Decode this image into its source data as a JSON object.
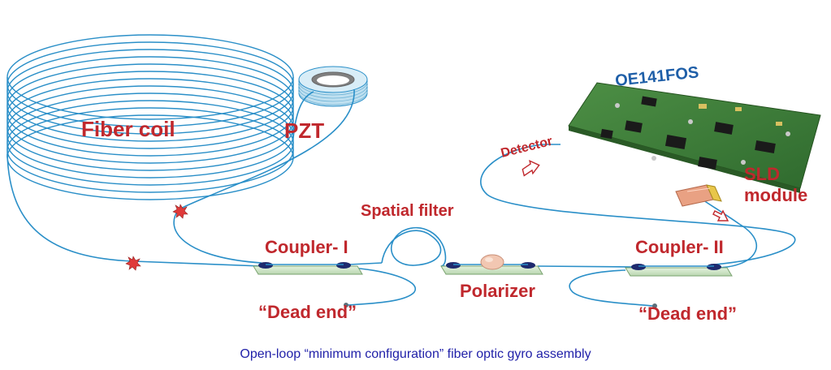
{
  "labels": {
    "fiber_coil": "Fiber coil",
    "pzt": "PZT",
    "board": "OE141FOS",
    "detector": "Detector",
    "sld_line1": "SLD",
    "sld_line2": "module",
    "spatial_filter": "Spatial filter",
    "coupler_1": "Coupler- I",
    "coupler_2": "Coupler- II",
    "polarizer": "Polarizer",
    "dead_end_1": "“Dead end”",
    "dead_end_2": "“Dead end”"
  },
  "caption": "Open-loop “minimum configuration” fiber optic gyro assembly",
  "colors": {
    "fiber": "#2a8fc8",
    "label_red": "#c0282d",
    "board_title": "#1f5fa8",
    "caption": "#1f1fa8",
    "pcb_green": "#3f7d3a",
    "coupler_plate": "#cfe6c8",
    "splice_star": "#e03a3a"
  },
  "icons": {
    "splice": "splice-star-icon",
    "arrow": "hollow-arrow-icon"
  }
}
